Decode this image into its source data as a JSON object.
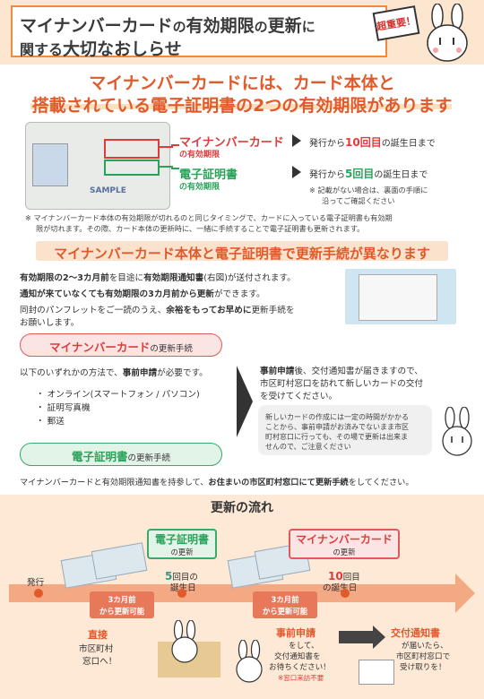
{
  "header": {
    "title_part1": "マイナンバーカード",
    "title_part2": "の",
    "title_part3": "有効期限",
    "title_part4": "の",
    "title_part5": "更新",
    "title_part6": "に",
    "title_line2_part1": "関する",
    "title_line2_part2": "大切なおしらせ",
    "badge": "超重要！"
  },
  "section1": {
    "title_line1": "マイナンバーカードには、カード本体と",
    "title_line2": "搭載されている電子証明書の2つの有効期限があります",
    "card_sample": "SAMPLE",
    "mynumber_label": "マイナンバーカード",
    "mynumber_sub": "の有効期限",
    "mynumber_desc_pre": "発行から",
    "mynumber_desc_num": "10回目",
    "mynumber_desc_post": "の誕生日まで",
    "cert_label": "電子証明書",
    "cert_sub": "の有効期限",
    "cert_desc_pre": "発行から",
    "cert_desc_num": "5回目",
    "cert_desc_post": "の誕生日まで",
    "cert_note_line1": "※ 記載がない場合は、裏面の手順に",
    "cert_note_line2": "沿ってご確認ください",
    "note_line1": "※ マイナンバーカード本体の有効期限が切れるのと同じタイミングで、カードに入っている電子証明書も有効期",
    "note_line2": "限が切れます。その際、カード本体の更新時に、一緒に手続することで電子証明書も更新されます。"
  },
  "section2": {
    "title": "マイナンバーカード本体と電子証明書で更新手続が異なります",
    "line1_a": "有効期限の2～3カ月前",
    "line1_b": "を目途に",
    "line1_c": "有効期限通知書",
    "line1_d": "(右図)が送付されます。",
    "line2_a": "通知が来ていなくても有効期限の3カ月前から更新",
    "line2_b": "ができます。",
    "line3_a": "同封のパンフレットをご一読のうえ、",
    "line3_b": "余裕をもってお早めに",
    "line3_c": "更新手続を",
    "line4": "お願いします。"
  },
  "card_procedure": {
    "button_main": "マイナンバーカード",
    "button_sub": "の更新手続",
    "intro_a": "以下のいずれかの方法で、",
    "intro_b": "事前申請",
    "intro_c": "が必要です。",
    "methods": [
      "オンライン(スマートフォン / パソコン)",
      "証明写真機",
      "郵送"
    ],
    "right_line1_a": "事前申請",
    "right_line1_b": "後、交付通知書が届きますので、",
    "right_line2": "市区町村窓口を訪れて新しいカードの交付",
    "right_line3": "を受けてください。",
    "bubble_line1": "新しいカードの作成には一定の時間がかかる",
    "bubble_line2": "ことから、事前申請がお済みでないまま市区",
    "bubble_line3": "町村窓口に行っても、その場で更新は出来ま",
    "bubble_line4": "せんので、ご注意ください"
  },
  "cert_procedure": {
    "button_main": "電子証明書",
    "button_sub": "の更新手続",
    "line_a": "マイナンバーカードと有効期限通知書を持参して、",
    "line_b": "お住まいの市区町村窓口にて更新手続",
    "line_c": "をしてください。"
  },
  "flow": {
    "title": "更新の流れ",
    "issue": "発行",
    "cert_tab_main": "電子証明書",
    "cert_tab_sub": "の更新",
    "cert_num": "5",
    "cert_num_suffix": "回目の",
    "cert_birthday": "誕生日",
    "card_tab_main": "マイナンバーカード",
    "card_tab_sub": "の更新",
    "card_num": "10",
    "card_num_suffix": "回目",
    "card_birthday": "の誕生日",
    "months_label": "3カ月前",
    "months_sub": "から更新可能",
    "direct_title": "直接",
    "direct_line1": "市区町村",
    "direct_line2": "窓口へ！",
    "apply_title": "事前申請",
    "apply_line1": "をして、",
    "apply_line2": "交付通知書を",
    "apply_line3": "お待ちください！",
    "apply_note": "※窓口来訪不要",
    "notice_title": "交付通知書",
    "notice_line1": "が届いたら、",
    "notice_line2": "市区町村窓口で",
    "notice_line3": "受け取りを！"
  }
}
